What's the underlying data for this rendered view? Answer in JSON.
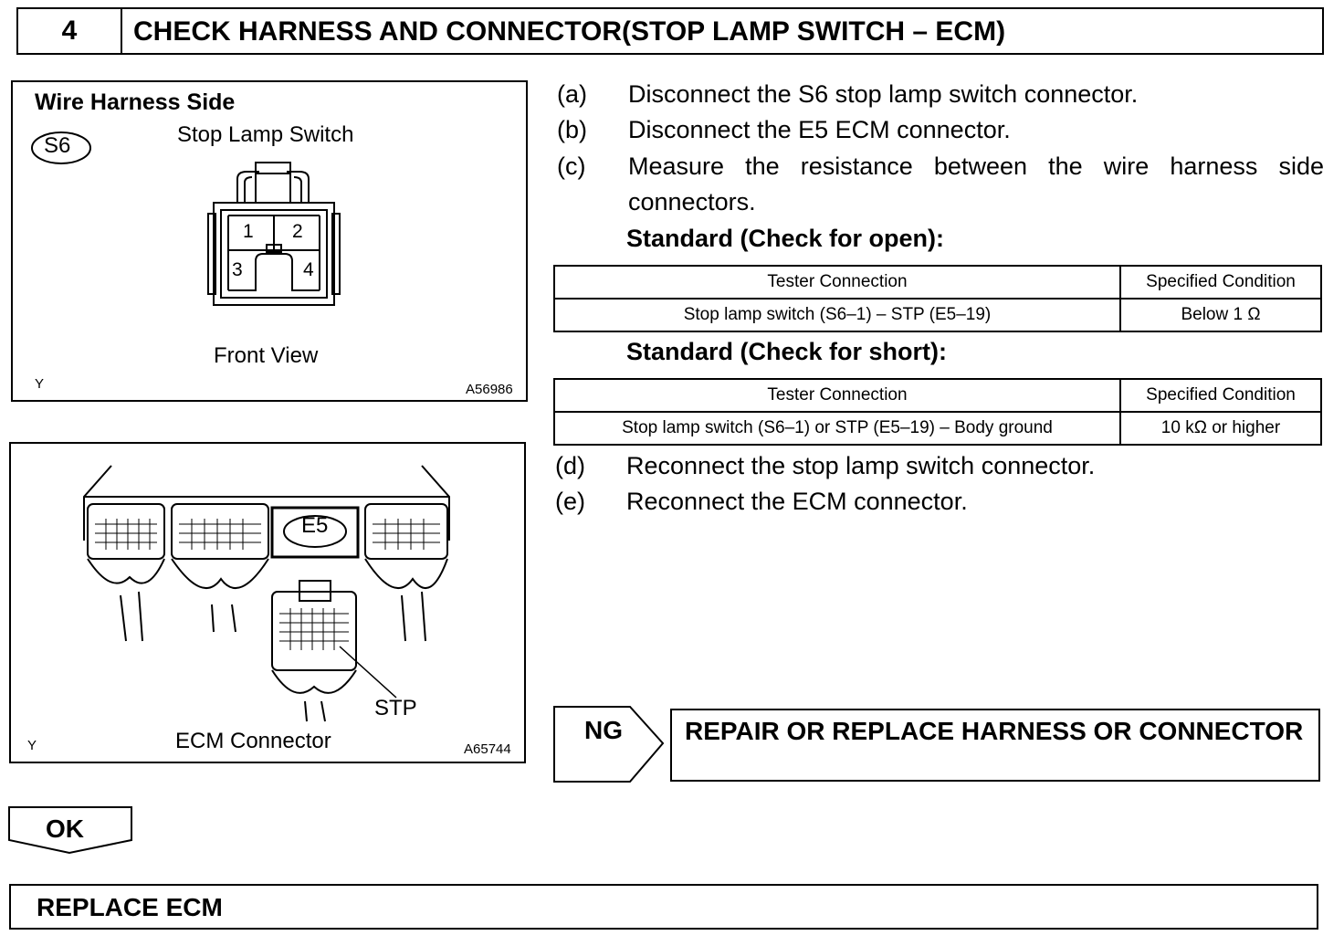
{
  "header": {
    "step_number": "4",
    "title": "CHECK HARNESS AND CONNECTOR(STOP LAMP SWITCH – ECM)"
  },
  "figure1": {
    "title": "Wire Harness Side",
    "connector_code": "S6",
    "component": "Stop Lamp Switch",
    "pins": [
      "1",
      "2",
      "3",
      "4"
    ],
    "view": "Front View",
    "corner_mark": "Y",
    "figure_id": "A56986"
  },
  "figure2": {
    "connector_code": "E5",
    "terminal": "STP",
    "caption": "ECM Connector",
    "corner_mark": "Y",
    "figure_id": "A65744"
  },
  "steps": [
    {
      "label": "(a)",
      "text": "Disconnect the S6 stop lamp switch connector."
    },
    {
      "label": "(b)",
      "text": "Disconnect the E5 ECM connector."
    },
    {
      "label": "(c)",
      "text": "Measure the resistance between the wire harness side",
      "text2": "connectors."
    },
    {
      "label": "(d)",
      "text": "Reconnect the stop lamp switch connector."
    },
    {
      "label": "(e)",
      "text": "Reconnect the ECM connector."
    }
  ],
  "standard_open": {
    "title": "Standard (Check for open):",
    "headers": [
      "Tester Connection",
      "Specified Condition"
    ],
    "rows": [
      [
        "Stop lamp switch (S6–1) – STP (E5–19)",
        "Below 1 Ω"
      ]
    ]
  },
  "standard_short": {
    "title": "Standard (Check for short):",
    "headers": [
      "Tester Connection",
      "Specified Condition"
    ],
    "rows": [
      [
        "Stop lamp switch (S6–1) or STP (E5–19) – Body ground",
        "10 kΩ or higher"
      ]
    ]
  },
  "ng": {
    "label": "NG",
    "result": "REPAIR OR REPLACE HARNESS OR CONNECTOR"
  },
  "ok": {
    "label": "OK",
    "result": "REPLACE ECM"
  }
}
